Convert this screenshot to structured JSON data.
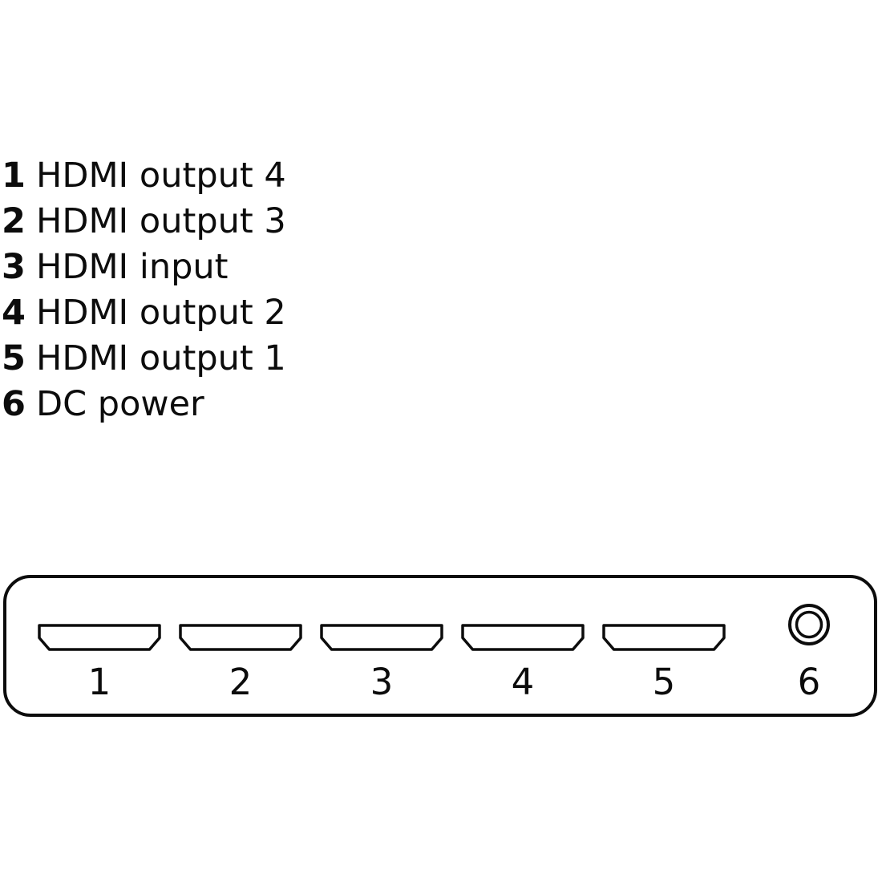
{
  "diagram": {
    "colors": {
      "line": "#0c0c0c",
      "background": "#ffffff"
    },
    "legend": {
      "items": [
        {
          "num": "1",
          "label": "HDMI output 4"
        },
        {
          "num": "2",
          "label": "HDMI output 3"
        },
        {
          "num": "3",
          "label": "HDMI input"
        },
        {
          "num": "4",
          "label": "HDMI output 2"
        },
        {
          "num": "5",
          "label": "HDMI output 1"
        },
        {
          "num": "6",
          "label": "DC power"
        }
      ]
    },
    "device": {
      "ports": [
        {
          "number": "1",
          "icon": "hdmi-port-icon"
        },
        {
          "number": "2",
          "icon": "hdmi-port-icon"
        },
        {
          "number": "3",
          "icon": "hdmi-port-icon"
        },
        {
          "number": "4",
          "icon": "hdmi-port-icon"
        },
        {
          "number": "5",
          "icon": "hdmi-port-icon"
        },
        {
          "number": "6",
          "icon": "dc-power-jack-icon"
        }
      ]
    }
  }
}
